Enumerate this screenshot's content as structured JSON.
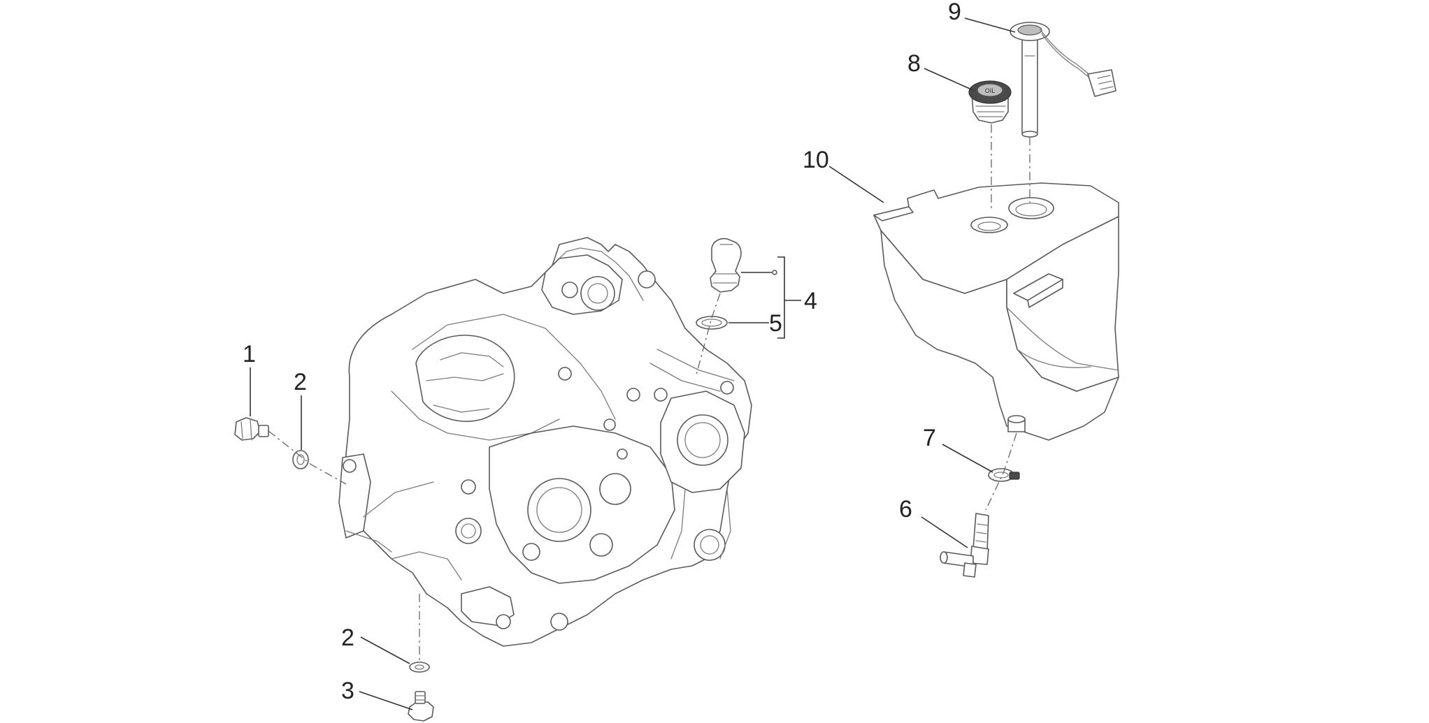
{
  "callouts": [
    {
      "id": "c1",
      "label": "1"
    },
    {
      "id": "c2a",
      "label": "2"
    },
    {
      "id": "c2b",
      "label": "2"
    },
    {
      "id": "c3",
      "label": "3"
    },
    {
      "id": "c4",
      "label": "4"
    },
    {
      "id": "c5",
      "label": "5"
    },
    {
      "id": "c6",
      "label": "6"
    },
    {
      "id": "c7",
      "label": "7"
    },
    {
      "id": "c8",
      "label": "8"
    },
    {
      "id": "c9",
      "label": "9"
    },
    {
      "id": "c10",
      "label": "10"
    }
  ],
  "emblem_text": "OIL"
}
